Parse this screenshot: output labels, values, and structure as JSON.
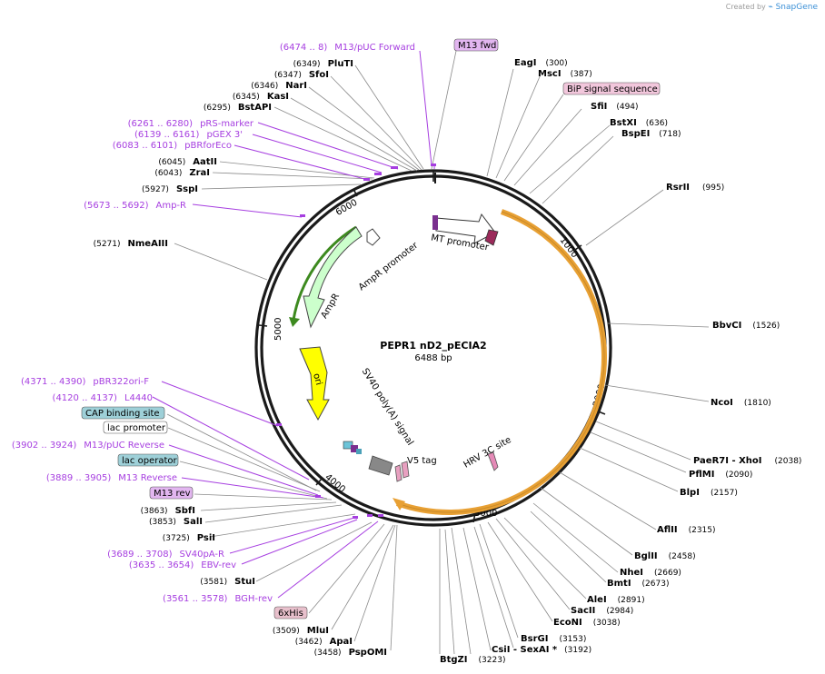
{
  "header": {
    "created_by": "Created by",
    "brand": "SnapGene"
  },
  "plasmid": {
    "name": "PEPR1 nD2_pECIA2",
    "length_label": "6488 bp"
  },
  "ticks": [
    "1000",
    "2000",
    "3000",
    "4000",
    "5000",
    "6000"
  ],
  "features": {
    "mt_promoter": "MT promoter",
    "hrv_3c": "HRV 3C site",
    "v5_tag": "V5 tag",
    "sv40_polya": "SV40 poly(A) signal",
    "ori": "ori",
    "ampr": "AmpR",
    "ampr_promoter": "AmpR promoter"
  },
  "right_labels": [
    {
      "name": "EagI",
      "pos": "(300)"
    },
    {
      "name": "MscI",
      "pos": "(387)"
    },
    {
      "name": "BiP signal sequence",
      "pos": ""
    },
    {
      "name": "SfiI",
      "pos": "(494)"
    },
    {
      "name": "BstXI",
      "pos": "(636)"
    },
    {
      "name": "BspEI",
      "pos": "(718)"
    },
    {
      "name": "RsrII",
      "pos": "(995)"
    },
    {
      "name": "BbvCI",
      "pos": "(1526)"
    },
    {
      "name": "NcoI",
      "pos": "(1810)"
    },
    {
      "name": "PaeR7I - XhoI",
      "pos": "(2038)"
    },
    {
      "name": "PflMI",
      "pos": "(2090)"
    },
    {
      "name": "BlpI",
      "pos": "(2157)"
    },
    {
      "name": "AflII",
      "pos": "(2315)"
    },
    {
      "name": "BglII",
      "pos": "(2458)"
    },
    {
      "name": "NheI",
      "pos": "(2669)"
    },
    {
      "name": "BmtI",
      "pos": "(2673)"
    },
    {
      "name": "AleI",
      "pos": "(2891)"
    },
    {
      "name": "SacII",
      "pos": "(2984)"
    },
    {
      "name": "EcoNI",
      "pos": "(3038)"
    },
    {
      "name": "BsrGI",
      "pos": "(3153)"
    },
    {
      "name": "CsiI - SexAI *",
      "pos": "(3192)"
    },
    {
      "name": "BtgZI",
      "pos": "(3223)"
    }
  ],
  "left_labels": [
    {
      "name": "M13 fwd",
      "pos": ""
    },
    {
      "name": "M13/pUC Forward",
      "pos": "(6474 .. 8)"
    },
    {
      "name": "PluTI",
      "pos": "(6349)"
    },
    {
      "name": "SfoI",
      "pos": "(6347)"
    },
    {
      "name": "NarI",
      "pos": "(6346)"
    },
    {
      "name": "KasI",
      "pos": "(6345)"
    },
    {
      "name": "BstAPI",
      "pos": "(6295)"
    },
    {
      "name": "pRS-marker",
      "pos": "(6261 .. 6280)"
    },
    {
      "name": "pGEX 3'",
      "pos": "(6139 .. 6161)"
    },
    {
      "name": "pBRforEco",
      "pos": "(6083 .. 6101)"
    },
    {
      "name": "AatII",
      "pos": "(6045)"
    },
    {
      "name": "ZraI",
      "pos": "(6043)"
    },
    {
      "name": "SspI",
      "pos": "(5927)"
    },
    {
      "name": "Amp-R",
      "pos": "(5673 .. 5692)"
    },
    {
      "name": "NmeAIII",
      "pos": "(5271)"
    },
    {
      "name": "pBR322ori-F",
      "pos": "(4371 .. 4390)"
    },
    {
      "name": "L4440",
      "pos": "(4120 .. 4137)"
    },
    {
      "name": "CAP binding site",
      "pos": ""
    },
    {
      "name": "lac promoter",
      "pos": ""
    },
    {
      "name": "M13/pUC Reverse",
      "pos": "(3902 .. 3924)"
    },
    {
      "name": "lac operator",
      "pos": ""
    },
    {
      "name": "M13 Reverse",
      "pos": "(3889 .. 3905)"
    },
    {
      "name": "M13 rev",
      "pos": ""
    },
    {
      "name": "SbfI",
      "pos": "(3863)"
    },
    {
      "name": "SalI",
      "pos": "(3853)"
    },
    {
      "name": "PsiI",
      "pos": "(3725)"
    },
    {
      "name": "SV40pA-R",
      "pos": "(3689 .. 3708)"
    },
    {
      "name": "EBV-rev",
      "pos": "(3635 .. 3654)"
    },
    {
      "name": "StuI",
      "pos": "(3581)"
    },
    {
      "name": "BGH-rev",
      "pos": "(3561 .. 3578)"
    },
    {
      "name": "6xHis",
      "pos": ""
    },
    {
      "name": "MluI",
      "pos": "(3509)"
    },
    {
      "name": "ApaI",
      "pos": "(3462)"
    },
    {
      "name": "PspOMI",
      "pos": "(3458)"
    }
  ],
  "colors": {
    "backbone": "#1a1a1a",
    "primer": "#a63ee0",
    "site_line": "#8a8a8a",
    "orange_feature": "#e8a033",
    "ampr_fill": "#ccffcc",
    "ori_fill": "#ffff00",
    "mt_fill": "#ffffff",
    "bip_box": "#f2c7dc",
    "m13_box": "#e2b6f0",
    "blue_box": "#9ed0d8"
  }
}
